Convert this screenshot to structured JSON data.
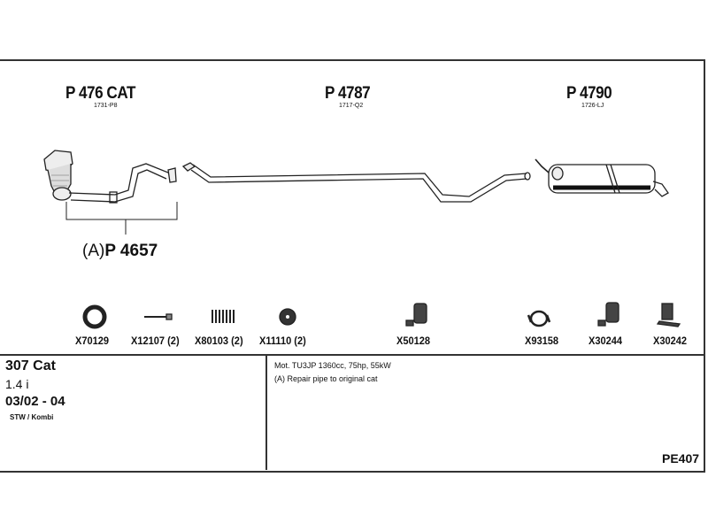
{
  "parts": [
    {
      "number": "P 476 CAT",
      "code": "1731-P8"
    },
    {
      "number": "P 4787",
      "code": "1717-Q2"
    },
    {
      "number": "P 4790",
      "code": "1726-LJ"
    }
  ],
  "repair_pipe": {
    "prefix": "(A)",
    "number": "P 4657"
  },
  "accessories": [
    {
      "label": "X70129",
      "icon": "gasket-ring-icon"
    },
    {
      "label": "X12107 (2)",
      "icon": "bolt-icon"
    },
    {
      "label": "X80103 (2)",
      "icon": "spring-icon"
    },
    {
      "label": "X11110 (2)",
      "icon": "washer-icon"
    },
    {
      "label": "X50128",
      "icon": "rubber-mount-icon"
    },
    {
      "label": "X93158",
      "icon": "clamp-icon"
    },
    {
      "label": "X30244",
      "icon": "rubber-mount-icon"
    },
    {
      "label": "X30242",
      "icon": "bracket-icon"
    }
  ],
  "vehicle": {
    "model": "307 Cat",
    "engine": "1.4 i",
    "years": "03/02 - 04",
    "body": "STW / Kombi"
  },
  "notes": [
    "Mot. TU3JP 1360cc, 75hp, 55kW",
    "(A) Repair pipe to original cat"
  ],
  "diagram_code": "PE407"
}
